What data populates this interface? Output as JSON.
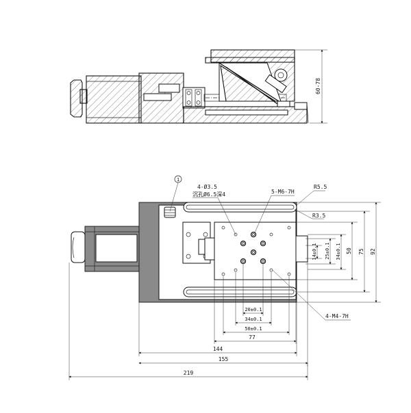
{
  "side_view": {
    "height_dim": "60-78"
  },
  "top_view": {
    "item_callout": "1",
    "hole_note_line1": "4-Ø3.5",
    "hole_note_line2": "沉孔Ø6.5深4",
    "thread_m6": "5-M6-7H",
    "radius_outer": "R5.5",
    "radius_inner": "R3.5",
    "thread_m4": "4-M4-7H",
    "vdim_14": "14±0.1",
    "vdim_25": "25±0.1",
    "vdim_34": "34±0.1",
    "vdim_50": "50",
    "vdim_75": "75",
    "vdim_92": "92",
    "hdim_20": "20±0.1",
    "hdim_34": "34±0.1",
    "hdim_50": "50±0.1",
    "hdim_77": "77",
    "hdim_144": "144",
    "hdim_155": "155",
    "hdim_219": "219"
  }
}
